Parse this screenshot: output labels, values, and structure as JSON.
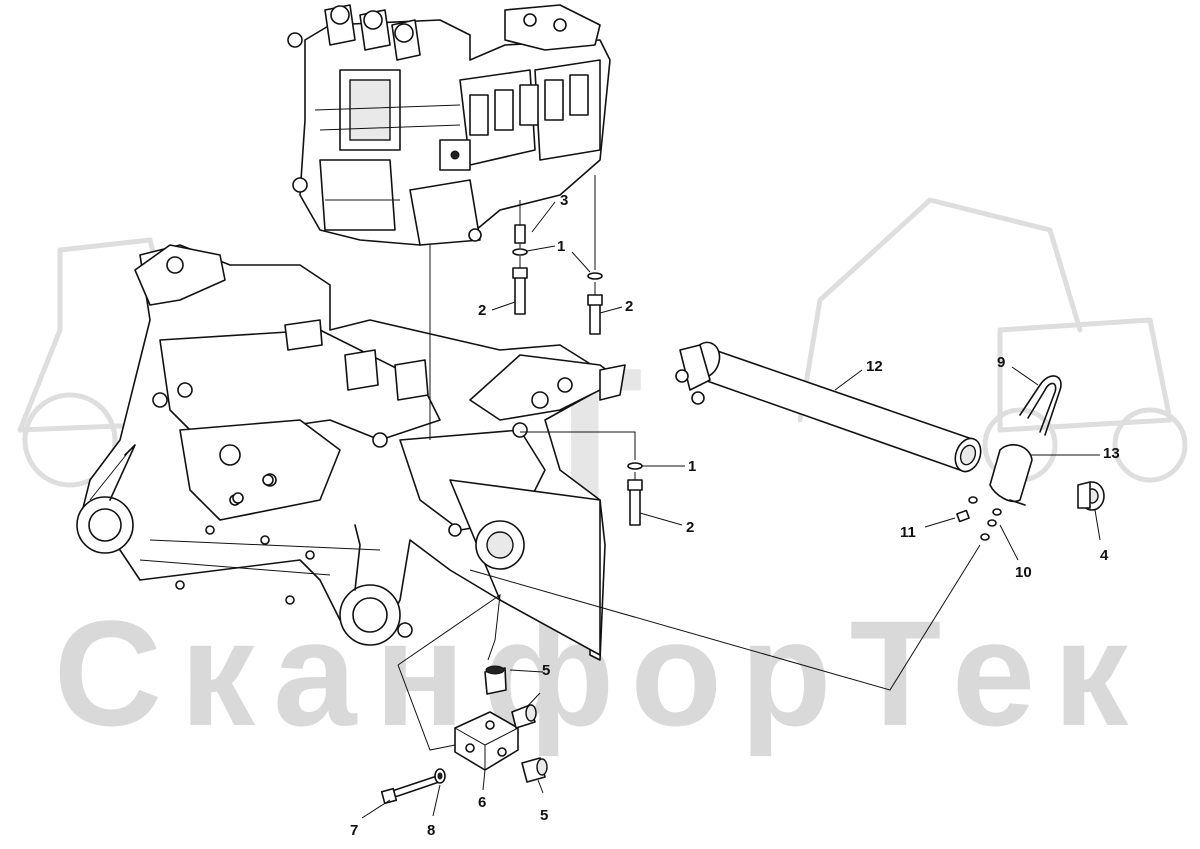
{
  "watermark": {
    "logo_text": "SFT",
    "brand_text": "СканфорТек"
  },
  "callouts": [
    {
      "id": "c1a",
      "label": "1"
    },
    {
      "id": "c1b",
      "label": "1"
    },
    {
      "id": "c2a",
      "label": "2"
    },
    {
      "id": "c2b",
      "label": "2"
    },
    {
      "id": "c2c",
      "label": "2"
    },
    {
      "id": "c3",
      "label": "3"
    },
    {
      "id": "c4",
      "label": "4"
    },
    {
      "id": "c5a",
      "label": "5"
    },
    {
      "id": "c5b",
      "label": "5"
    },
    {
      "id": "c6",
      "label": "6"
    },
    {
      "id": "c7",
      "label": "7"
    },
    {
      "id": "c8",
      "label": "8"
    },
    {
      "id": "c9",
      "label": "9"
    },
    {
      "id": "c10",
      "label": "10"
    },
    {
      "id": "c11",
      "label": "11"
    },
    {
      "id": "c12",
      "label": "12"
    },
    {
      "id": "c13",
      "label": "13"
    }
  ]
}
